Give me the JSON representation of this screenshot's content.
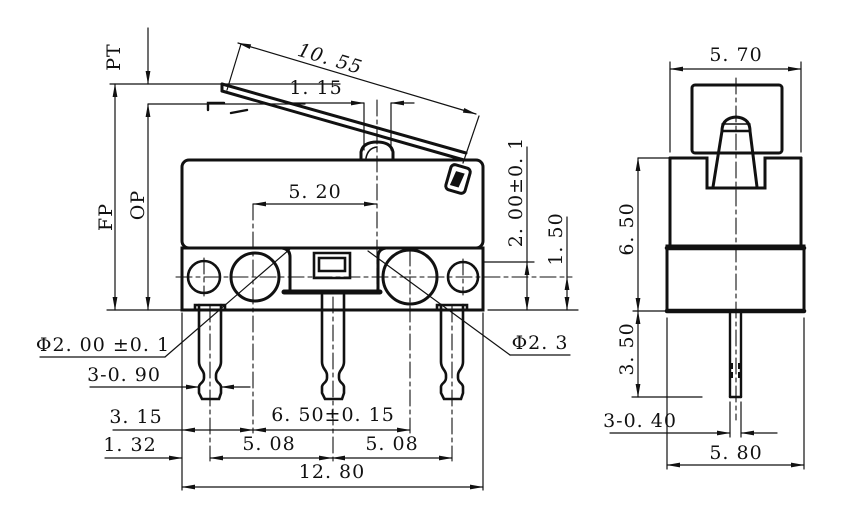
{
  "drawing": {
    "kind": "engineering dimension drawing",
    "subject": "subminiature micro switch with lever, front view and side view",
    "units_implied": "mm",
    "colors": {
      "line": "#111111",
      "background": "#ffffff"
    }
  },
  "front_view": {
    "dims": {
      "pretravel": "PT",
      "free_position": "FP",
      "operating_position": "OP",
      "lever_length": "10. 55",
      "plunger_width": "1. 15",
      "hole_to_plunger": "5. 20",
      "step_height": "2. 00±0. 1",
      "hole_center_height": "1. 50",
      "left_hole_dia": "Φ2. 00 ±0. 1",
      "pin_width": "3-0. 90",
      "edge_to_hole": "3. 15",
      "hole_pitch": "6. 50±0. 15",
      "edge_to_pin": "1. 32",
      "pin_pitch_left": "5. 08",
      "pin_pitch_right": "5. 08",
      "overall_width": "12. 80",
      "right_hole_dia": "Φ2. 3"
    }
  },
  "side_view": {
    "dims": {
      "top_width": "5. 70",
      "body_height": "6. 50",
      "pin_length": "3. 50",
      "pin_thickness": "3-0. 40",
      "bottom_width": "5. 80"
    }
  }
}
